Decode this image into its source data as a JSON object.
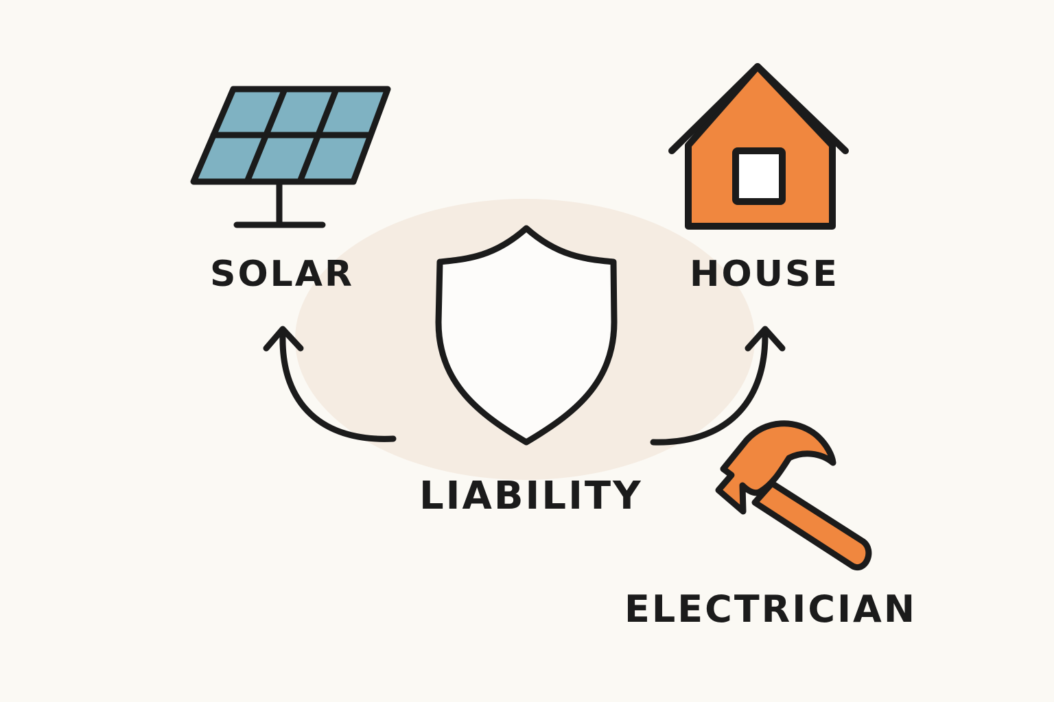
{
  "labels": {
    "solar": "SOLAR",
    "house": "HOUSE",
    "liability": "LIABILITY",
    "electrician": "ELECTRICIAN"
  },
  "icons": {
    "solar": "solar-panel-icon",
    "house": "house-icon",
    "liability": "shield-icon",
    "electrician": "hammer-icon"
  },
  "colors": {
    "background": "#fbf9f4",
    "halo": "#f5ece2",
    "ink": "#1b1b1b",
    "panel_blue": "#7fb2c2",
    "accent_orange": "#f0873f"
  }
}
